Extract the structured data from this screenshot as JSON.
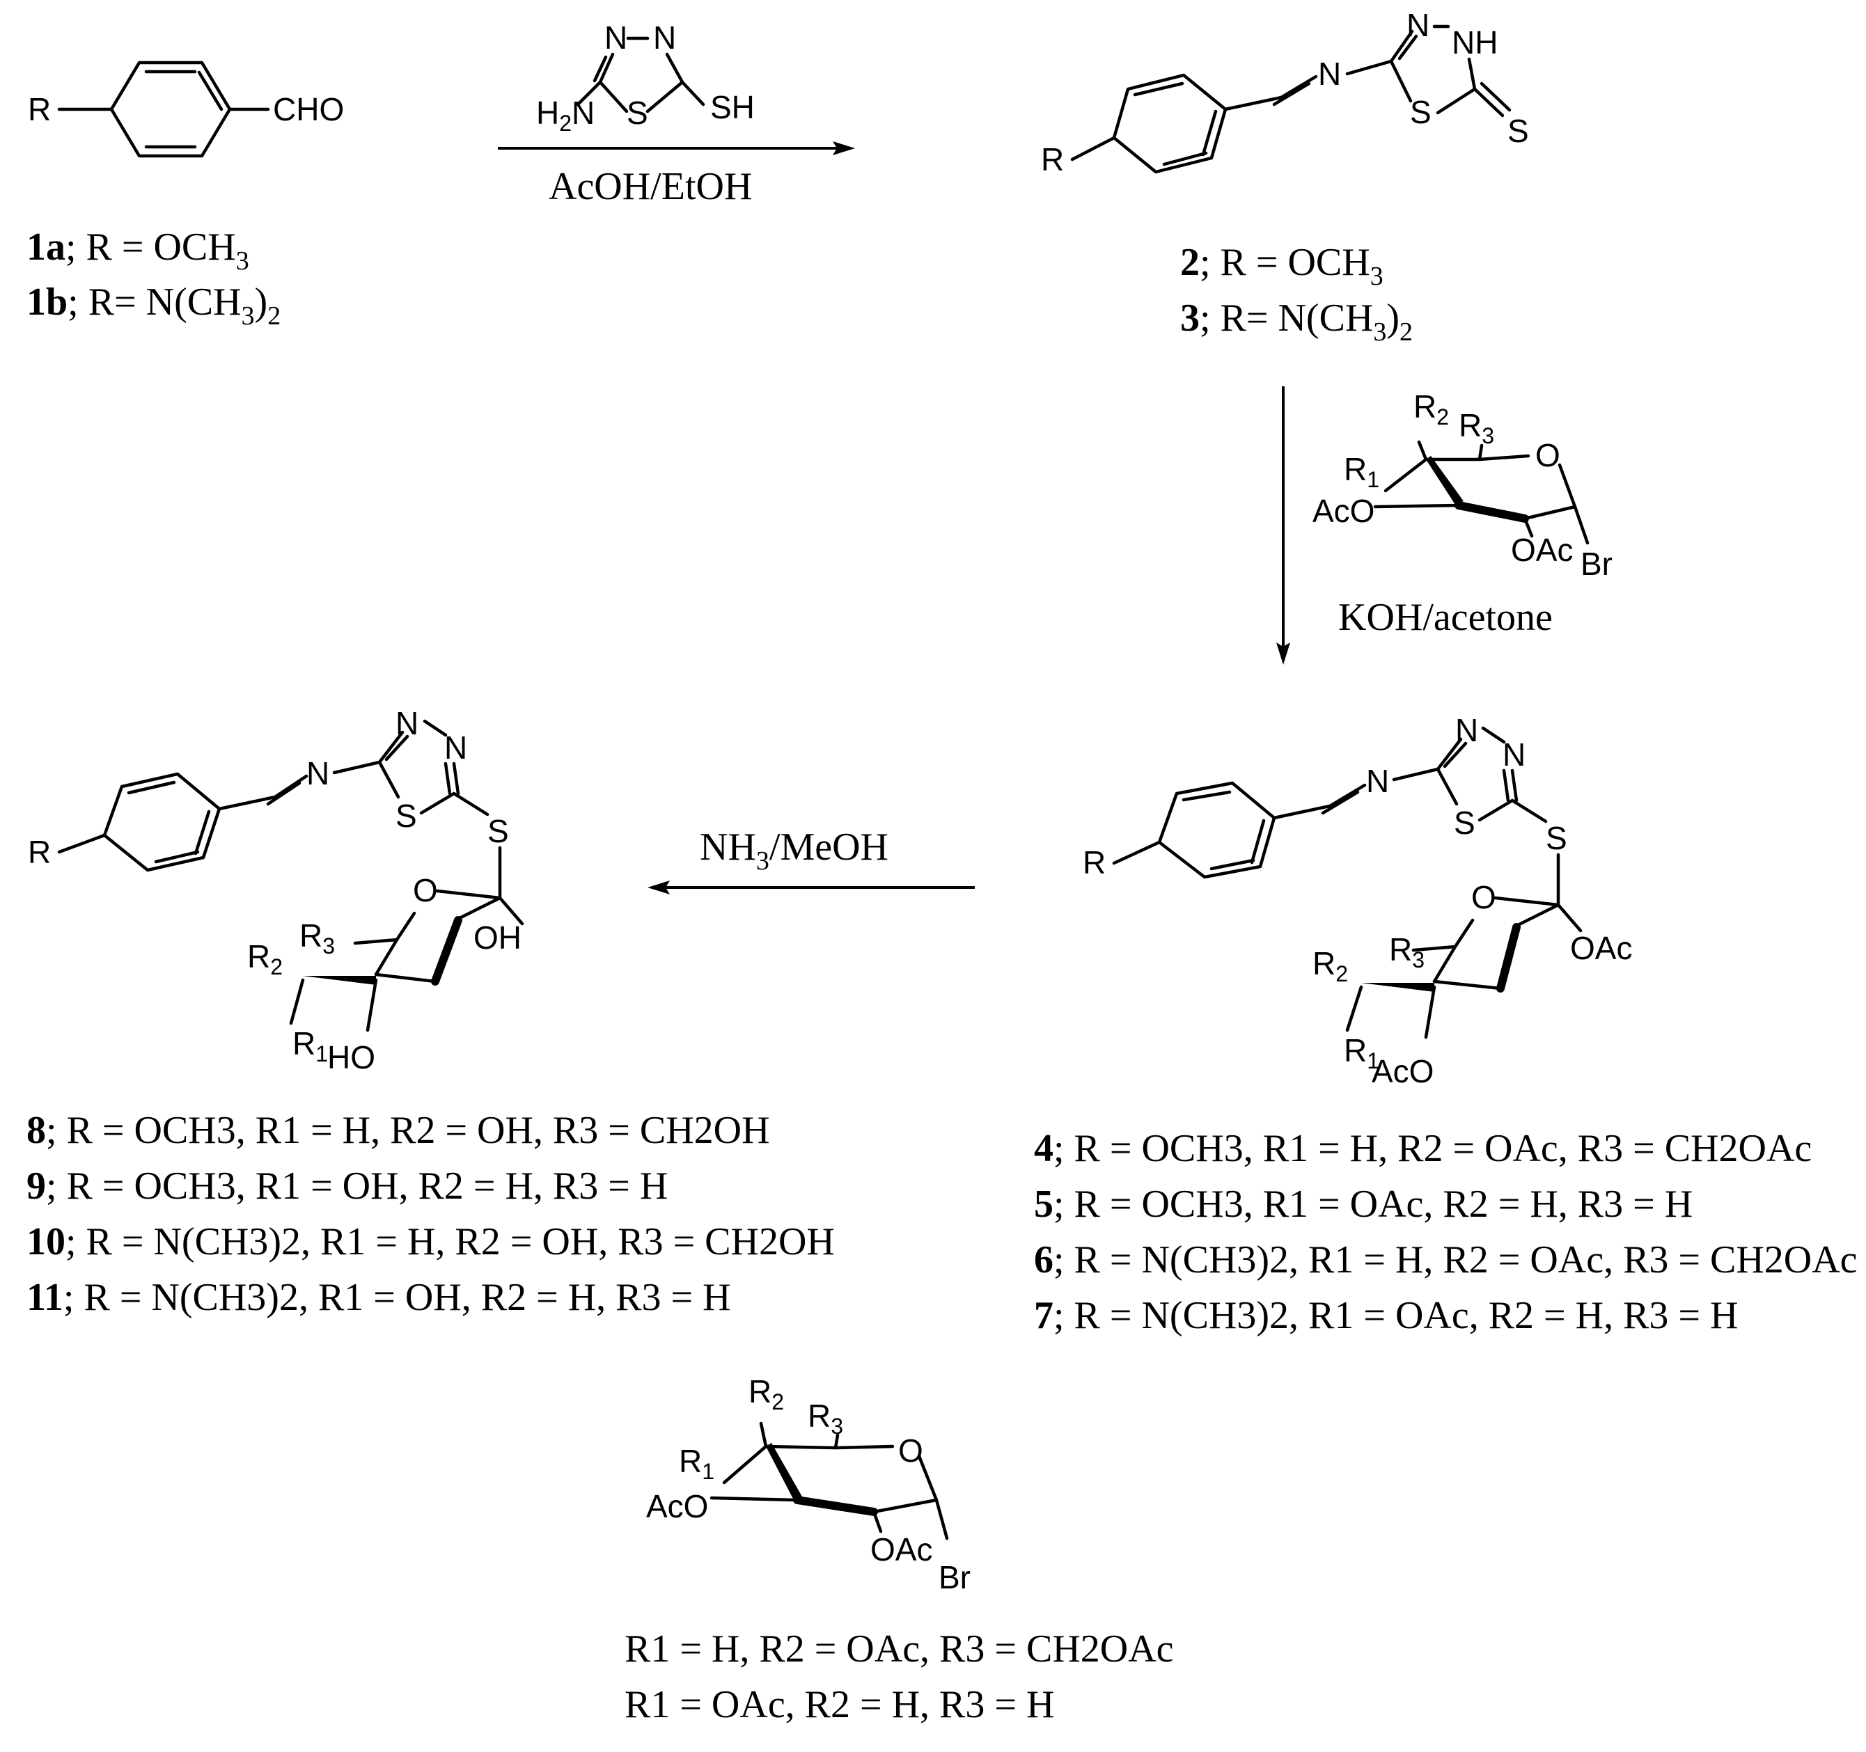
{
  "atoms": {
    "R": "R",
    "CHO": "CHO",
    "N": "N",
    "NH": "NH",
    "S": "S",
    "SH": "SH",
    "H2N_H": "H",
    "H2N_2": "2",
    "H2N_N": "N",
    "O": "O",
    "OH": "OH",
    "HO": "HO",
    "OAc": "OAc",
    "AcO": "AcO",
    "Br": "Br",
    "R1": "R",
    "R2": "R",
    "R3": "R",
    "one": "1",
    "two": "2",
    "three": "3"
  },
  "reagents": {
    "step1": "AcOH/EtOH",
    "step2": "KOH/acetone",
    "step3_a": "NH",
    "step3_sub": "3",
    "step3_b": "/MeOH"
  },
  "legends": {
    "c1a": {
      "id": "1a",
      "text": "; R = OCH",
      "sub": "3"
    },
    "c1b": {
      "id": "1b",
      "text": "; R= N(CH",
      "sub1": "3",
      "mid": ")",
      "sub2": "2"
    },
    "c2": {
      "id": "2",
      "text": "; R = OCH",
      "sub": "3"
    },
    "c3": {
      "id": "3",
      "text": "; R= N(CH",
      "sub1": "3",
      "mid": ")",
      "sub2": "2"
    },
    "c4": {
      "id": "4",
      "line": "; R = OCH3, R1 = H, R2 = OAc, R3 = CH2OAc"
    },
    "c5": {
      "id": "5",
      "line": "; R = OCH3, R1 = OAc, R2 = H, R3 = H"
    },
    "c6": {
      "id": "6",
      "line": "; R = N(CH3)2, R1 = H, R2 = OAc, R3 = CH2OAc"
    },
    "c7": {
      "id": "7",
      "line": "; R = N(CH3)2, R1 = OAc, R2 = H, R3 = H"
    },
    "c8": {
      "id": "8",
      "line": "; R = OCH3, R1 = H, R2 = OH, R3 = CH2OH"
    },
    "c9": {
      "id": "9",
      "line": "; R = OCH3, R1 = OH, R2 = H, R3 = H"
    },
    "c10": {
      "id": "10",
      "line": "; R = N(CH3)2, R1 = H, R2 = OH, R3 = CH2OH"
    },
    "c11": {
      "id": "11",
      "line": "; R = N(CH3)2, R1 = OH, R2 = H, R3 = H"
    },
    "sugar1": "R1 = H, R2 = OAc, R3 = CH2OAc",
    "sugar2": "R1 = OAc, R2 = H, R3 = H"
  }
}
